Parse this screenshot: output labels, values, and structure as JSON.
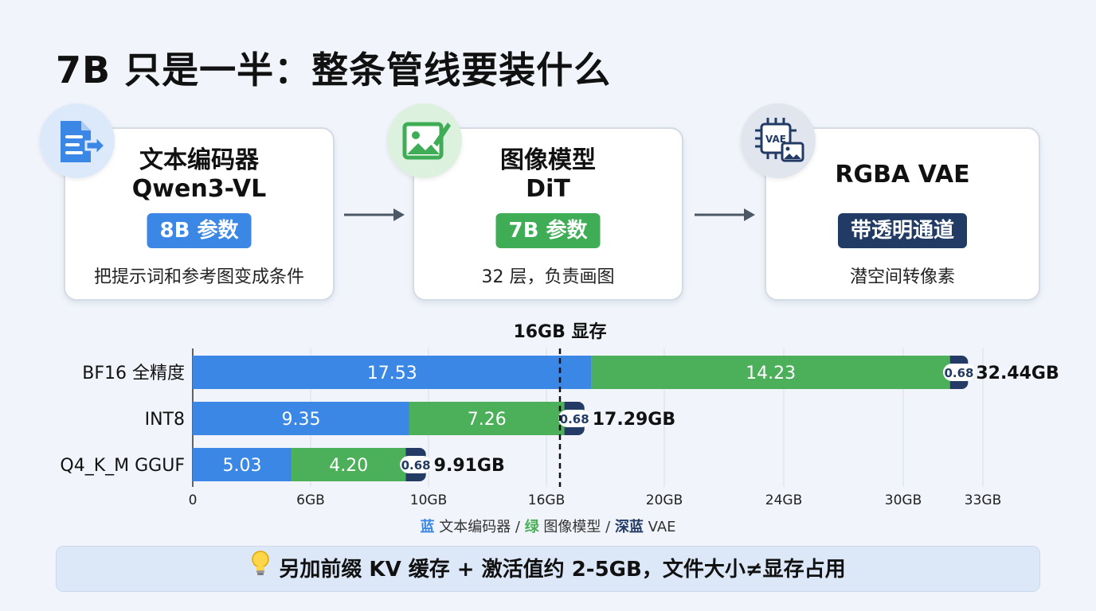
{
  "title": "7B 只是一半：整条管线要装什么",
  "stages": [
    {
      "name_line1": "文本编码器",
      "name_line2": "Qwen3-VL",
      "badge": "8B 参数",
      "desc": "把提示词和参考图变成条件",
      "icon": "document-arrow-icon",
      "color": "#3a87e6"
    },
    {
      "name_line1": "图像模型",
      "name_line2": "DiT",
      "badge": "7B 参数",
      "desc": "32 层，负责画图",
      "icon": "image-brush-icon",
      "color": "#3fac56"
    },
    {
      "name_line1": "RGBA VAE",
      "badge": "带透明通道",
      "desc": "潜空间转像素",
      "icon": "vae-chip-image-icon",
      "chip_label": "VAE",
      "color": "#223b64"
    }
  ],
  "chart_data": {
    "type": "bar",
    "orientation": "horizontal",
    "stacked": true,
    "categories": [
      "BF16 全精度",
      "INT8",
      "Q4_K_M GGUF"
    ],
    "series": [
      {
        "key": "text_encoder",
        "values": [
          17.53,
          9.35,
          5.03
        ],
        "color": "#3a87e6"
      },
      {
        "key": "image_model",
        "values": [
          14.23,
          7.26,
          4.2
        ],
        "color": "#4caf5a"
      },
      {
        "key": "vae",
        "values": [
          0.68,
          0.68,
          0.68
        ],
        "color": "#243b66"
      }
    ],
    "data_labels": [
      [
        "17.53",
        "14.23",
        "0.68"
      ],
      [
        "9.35",
        "7.26",
        "0.68"
      ],
      [
        "5.03",
        "4.20",
        "0.68"
      ]
    ],
    "totals": [
      "32.44GB",
      "17.29GB",
      "9.91GB"
    ],
    "total_values": [
      32.44,
      17.29,
      9.91
    ],
    "x_ticks": [
      {
        "value": 0,
        "label": "0"
      },
      {
        "value": 6,
        "label": "6GB"
      },
      {
        "value": 10,
        "label": "10GB"
      },
      {
        "value": 16,
        "label": "16GB"
      },
      {
        "value": 20,
        "label": "20GB"
      },
      {
        "value": 24,
        "label": "24GB"
      },
      {
        "value": 30,
        "label": "30GB"
      },
      {
        "value": 33,
        "label": "33GB"
      }
    ],
    "reference_line": {
      "value": 16,
      "label": "16GB 显存"
    },
    "legend": [
      {
        "mark": "蓝",
        "color": "#3a87e6",
        "text": " 文本编码器 / "
      },
      {
        "mark": "绿",
        "color": "#4caf5a",
        "text": " 图像模型 / "
      },
      {
        "mark": "深蓝",
        "color": "#243b66",
        "text": " VAE"
      }
    ],
    "grid": true
  },
  "footnote": "另加前缀 KV 缓存 + 激活值约 2-5GB，文件大小≠显存占用",
  "footnote_icon": "lightbulb-icon"
}
